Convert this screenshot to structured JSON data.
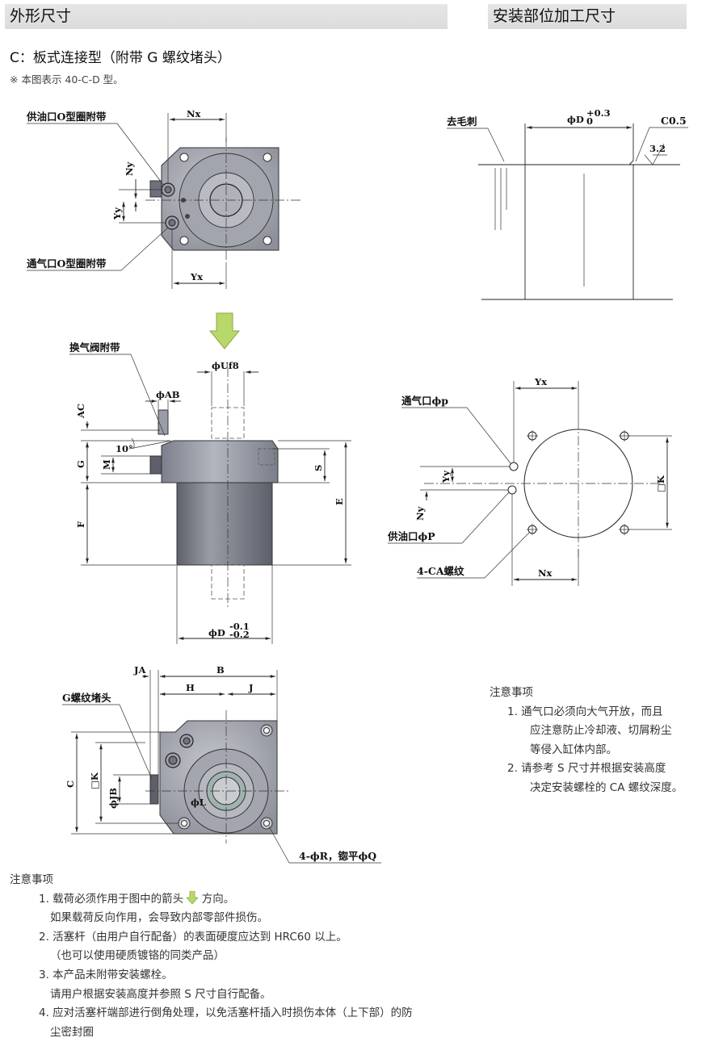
{
  "headers": {
    "left": "外形尺寸",
    "right": "安装部位加工尺寸"
  },
  "subtitle": "C：板式连接型（附带 G 螺纹堵头）",
  "remark": "※ 本图表示 40-C-D 型。",
  "drawing_top": {
    "label_supply_oring": "供油口O型圈附带",
    "label_vent_oring": "通气口O型圈附带",
    "dim_nx": "Nx",
    "dim_ny": "Ny",
    "dim_yy": "Yy",
    "dim_yx": "Yx"
  },
  "drawing_side": {
    "label_vent_valve": "换气阀附带",
    "dim_uf8": "ϕUf8",
    "dim_ab": "ϕAB",
    "dim_ac": "AC",
    "dim_angle": "10°",
    "dim_g": "G",
    "dim_m": "M",
    "dim_f": "F",
    "dim_s": "S",
    "dim_e": "E",
    "dim_d": "ϕD",
    "dim_d_tol_upper": "-0.1",
    "dim_d_tol_lower": "-0.2"
  },
  "drawing_bottom": {
    "label_plug": "G螺纹堵头",
    "dim_ja": "JA",
    "dim_b": "B",
    "dim_h": "H",
    "dim_j": "J",
    "dim_c": "C",
    "dim_k": "□K",
    "dim_jb": "ϕJB",
    "dim_l": "ϕL",
    "label_hole": "4-ϕR，锪平ϕQ"
  },
  "drawing_mount_section": {
    "label_deburr": "去毛刺",
    "dim_d": "ϕD",
    "dim_d_tol_upper": "+0.3",
    "dim_d_tol_lower": "0",
    "dim_chamfer": "C0.5",
    "roughness": "3.2"
  },
  "drawing_mount_plan": {
    "dim_yx": "Yx",
    "label_vent_port": "通气口ϕp",
    "label_supply_port": "供油口ϕP",
    "label_thread": "4-CA螺纹",
    "dim_yy": "Yy",
    "dim_ny": "Ny",
    "dim_k": "□K",
    "dim_nx": "Nx"
  },
  "notes_right": {
    "title": "注意事项",
    "items": [
      {
        "line1": "1. 通气口必须向大气开放，而且",
        "line2": "应注意防止冷却液、切屑粉尘",
        "line3": "等侵入缸体内部。"
      },
      {
        "line1": "2. 请参考 S 尺寸并根据安装高度",
        "line2": "决定安装螺栓的 CA 螺纹深度。"
      }
    ]
  },
  "notes_bottom": {
    "title": "注意事项",
    "items": [
      {
        "line1a": "1. 载荷必须作用于图中的箭头",
        "line1b": "方向。",
        "line2": "如果载荷反向作用，会导致内部零部件损伤。"
      },
      {
        "line1": "2. 活塞杆（由用户自行配备）的表面硬度应达到 HRC60 以上。",
        "line2": "（也可以使用硬质镀铬的同类产品）"
      },
      {
        "line1": "3. 本产品未附带安装螺栓。",
        "line2": "请用户根据安装高度并参照 S 尺寸自行配备。"
      },
      {
        "line1": "4. 应对活塞杆端部进行倒角处理，以免活塞杆插入时损伤本体（上下部）的防",
        "line2": "尘密封圈"
      }
    ]
  },
  "colors": {
    "header_bg": "#dedede",
    "body_gray": "#9a9ca6",
    "arrow_green": "#b8d96a"
  }
}
